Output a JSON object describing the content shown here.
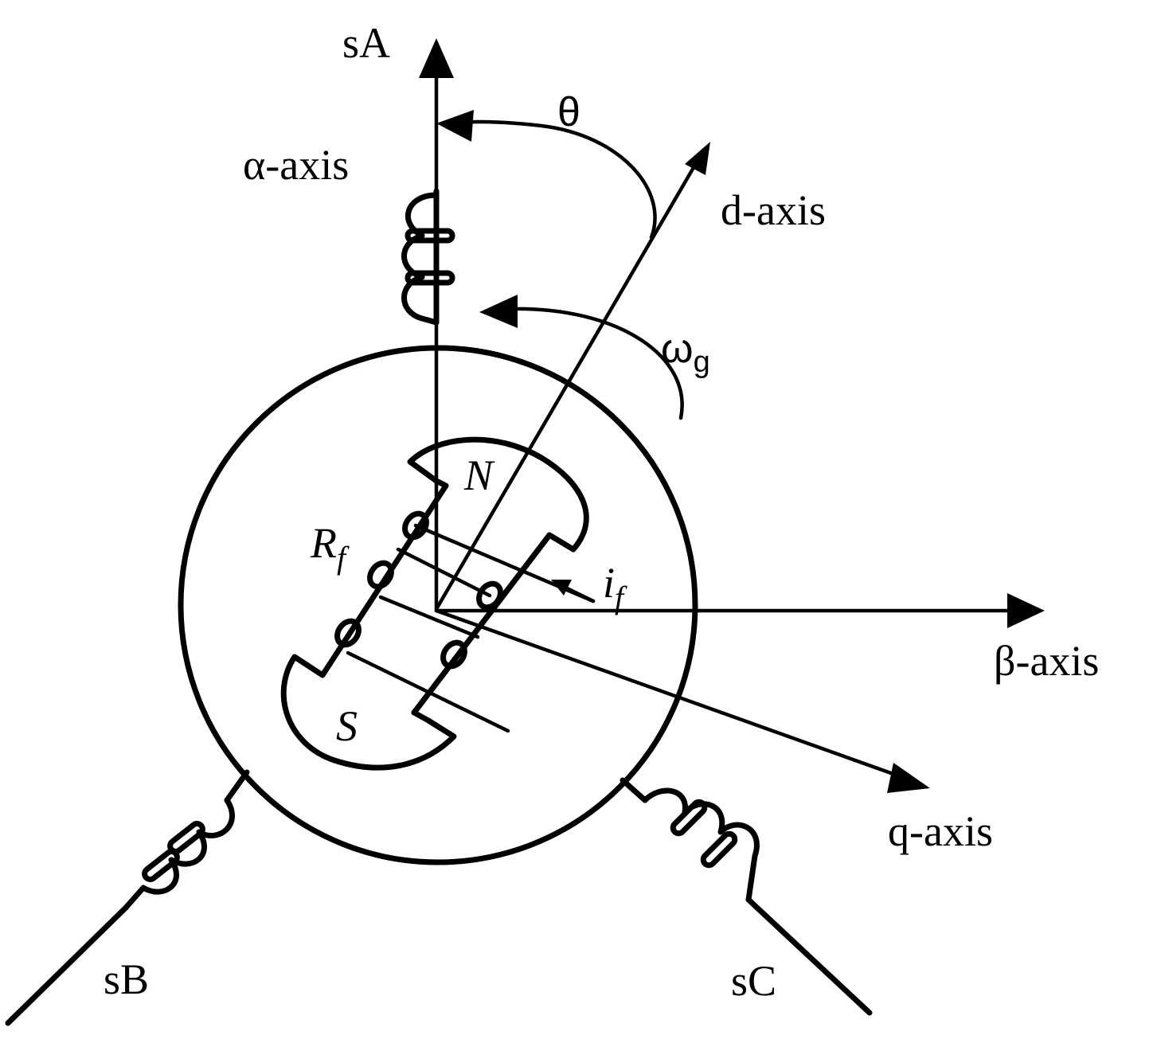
{
  "labels": {
    "sA": "sA",
    "sB": "sB",
    "sC": "sC",
    "theta": "θ",
    "alpha_axis": "α-axis",
    "d_axis": "d-axis",
    "omega": "ω",
    "omega_sub": "g",
    "beta_axis": "β-axis",
    "q_axis": "q-axis",
    "pole_n": "N",
    "pole_s": "S",
    "rf_main": "R",
    "rf_sub": "f",
    "if_main": "i",
    "if_sub": "f"
  }
}
